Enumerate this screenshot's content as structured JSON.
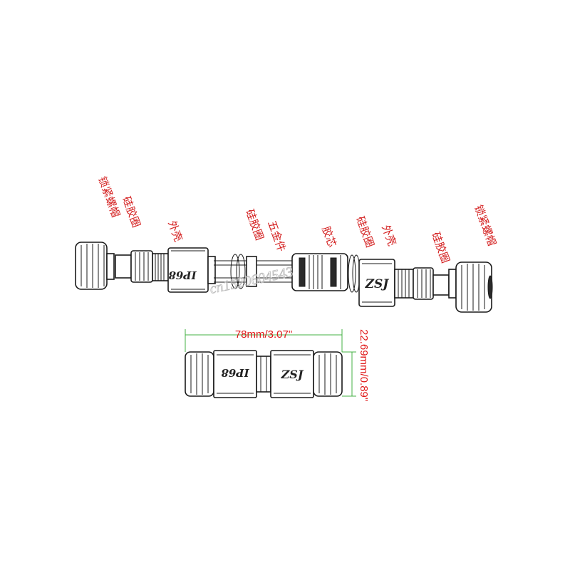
{
  "labels": {
    "lock_nut_left": "锁紧螺帽",
    "silicone_ring_left": "硅胶圈",
    "housing_left": "外壳",
    "silicone_ring_mid": "硅胶圈",
    "metal_part": "五金件",
    "rubber_core": "胶芯",
    "silicone_ring_mid2": "硅胶圈",
    "housing_right": "外壳",
    "silicone_ring_right": "硅胶圈",
    "lock_nut_right": "锁紧螺帽"
  },
  "markings": {
    "ip_rating": "IP68",
    "brand": "ZSJ"
  },
  "dimensions": {
    "length": "78mm/3.07\"",
    "diameter": "22.69mm/0.89\""
  },
  "watermark": "cn1520604543",
  "colors": {
    "label": "#d42020",
    "dimension_line": "#44b044",
    "outline": "#1a1a1a"
  }
}
